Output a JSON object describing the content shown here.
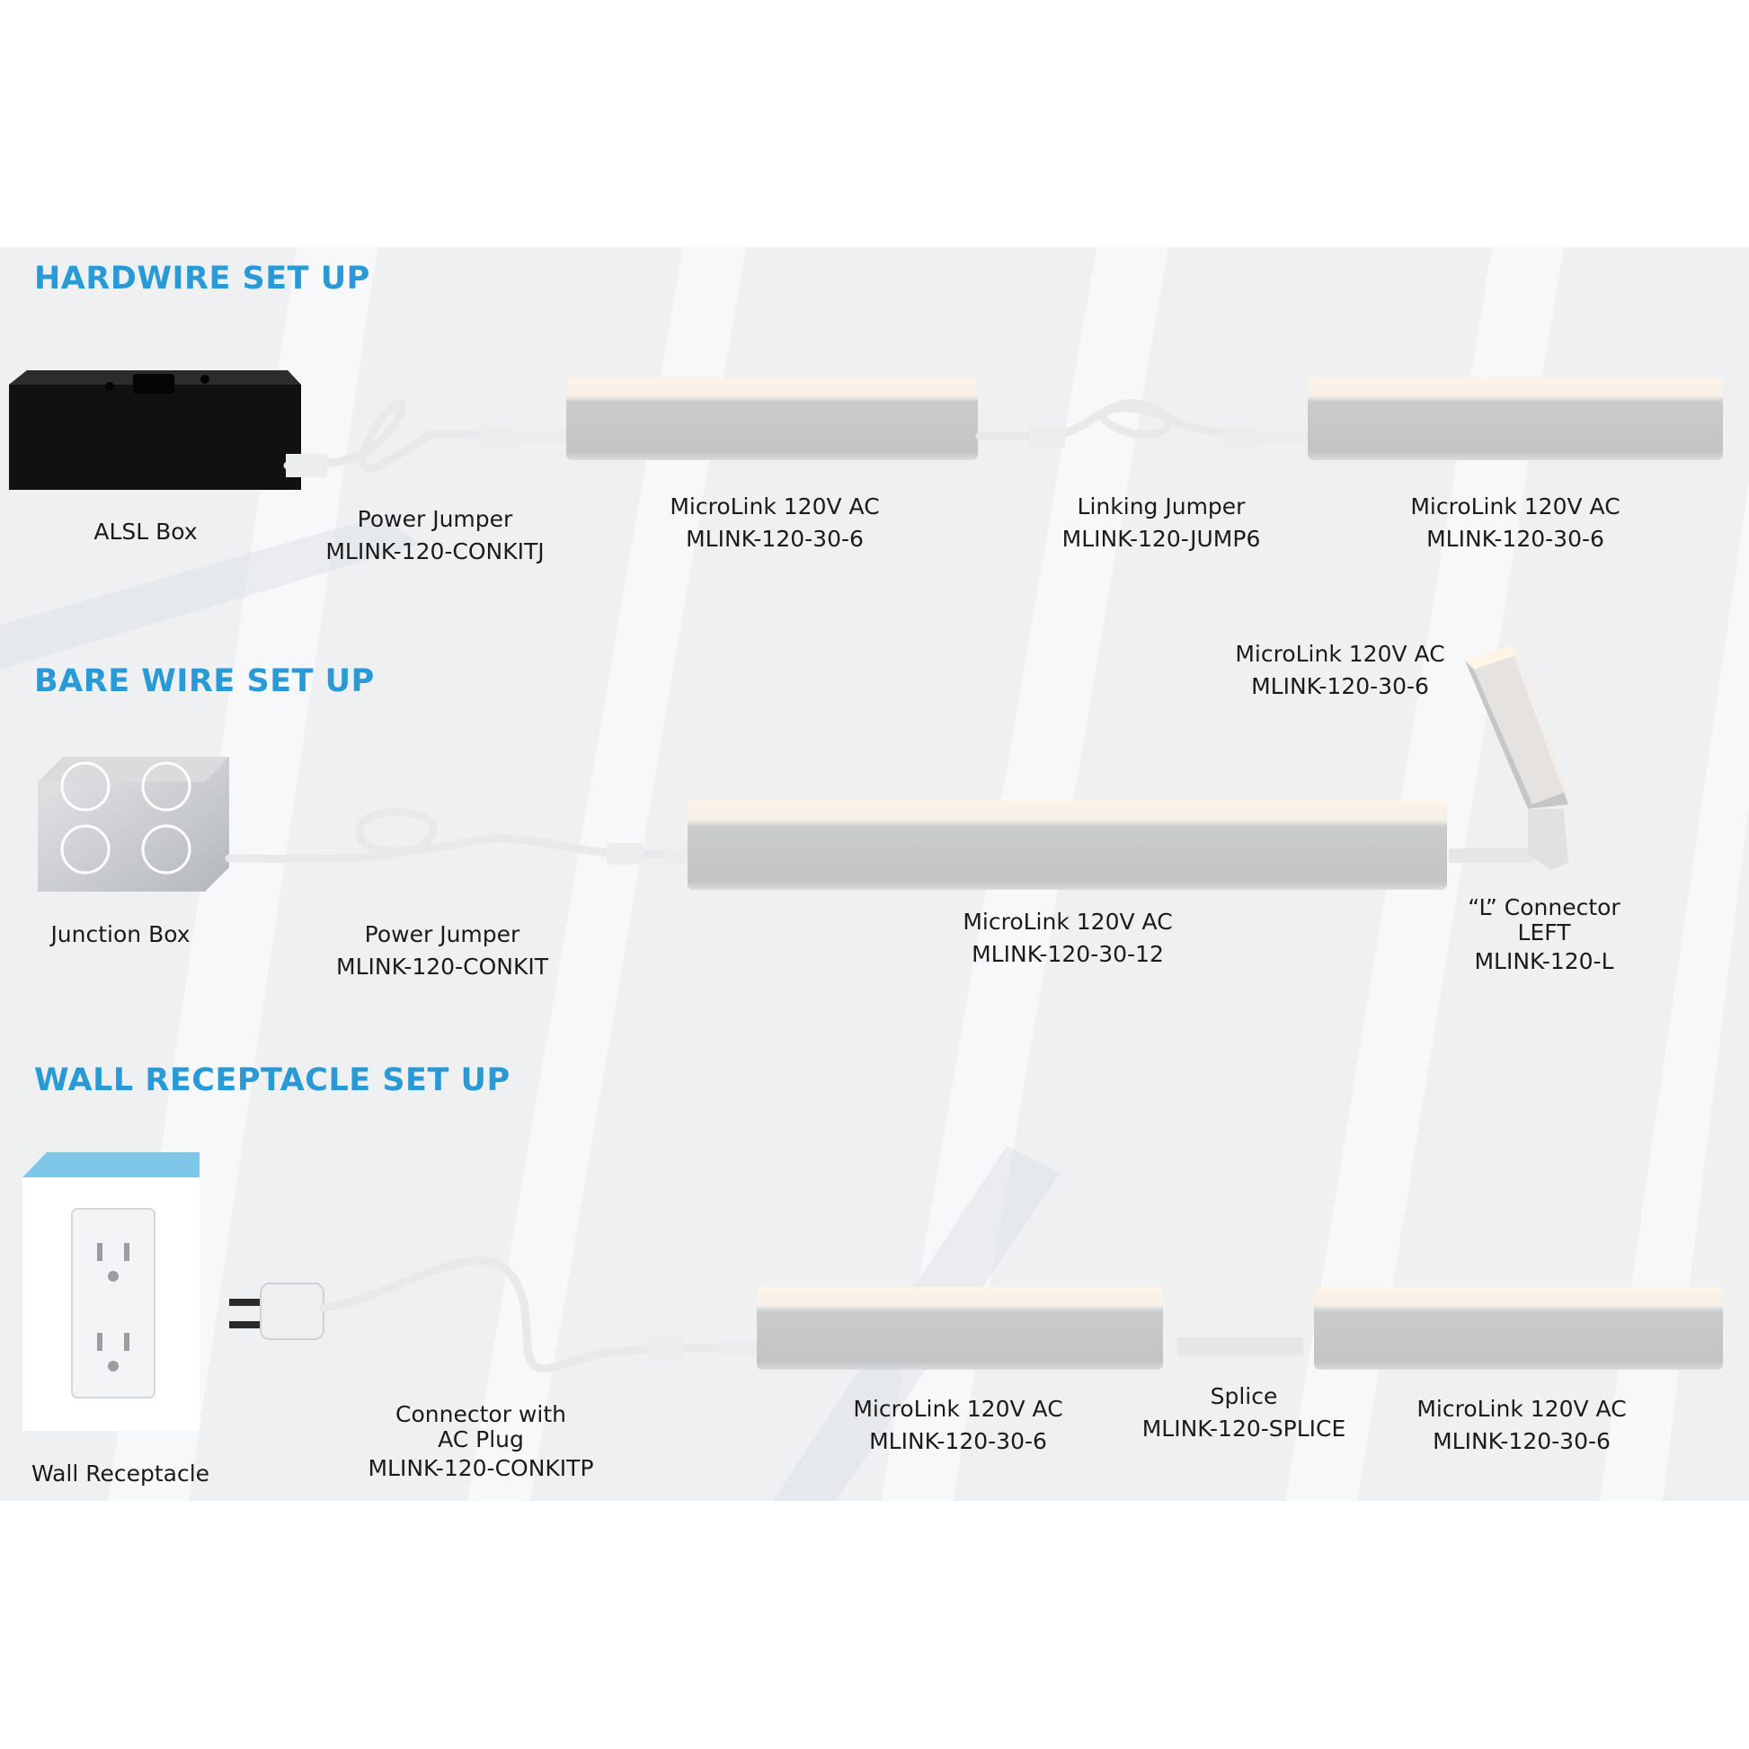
{
  "colors": {
    "heading": "#2a9ad6",
    "text": "#1b1b1b",
    "background": "#eef0f2",
    "fixture": "#c9cbcd",
    "glow": "#fff4e6"
  },
  "sections": {
    "hardwire": {
      "title": "HARDWIRE SET UP",
      "alsl_box": "ALSL Box",
      "power_jumper": {
        "name": "Power Jumper",
        "model": "MLINK-120-CONKITJ"
      },
      "fixture_1": {
        "name": "MicroLink 120V AC",
        "model": "MLINK-120-30-6"
      },
      "linking_jumper": {
        "name": "Linking Jumper",
        "model": "MLINK-120-JUMP6"
      },
      "fixture_2": {
        "name": "MicroLink 120V AC",
        "model": "MLINK-120-30-6"
      }
    },
    "bare_wire": {
      "title": "BARE WIRE SET UP",
      "junction_box": "Junction Box",
      "power_jumper": {
        "name": "Power Jumper",
        "model": "MLINK-120-CONKIT"
      },
      "fixture_long": {
        "name": "MicroLink 120V AC",
        "model": "MLINK-120-30-12"
      },
      "fixture_angled": {
        "name": "MicroLink 120V AC",
        "model": "MLINK-120-30-6"
      },
      "l_connector": {
        "name_line1": "“L” Connector",
        "name_line2": "LEFT",
        "model": "MLINK-120-L"
      }
    },
    "wall_receptacle": {
      "title": "WALL RECEPTACLE SET UP",
      "receptacle": "Wall Receptacle",
      "connector": {
        "name_line1": "Connector with",
        "name_line2": "AC Plug",
        "model": "MLINK-120-CONKITP"
      },
      "fixture_1": {
        "name": "MicroLink 120V AC",
        "model": "MLINK-120-30-6"
      },
      "splice": {
        "name": "Splice",
        "model": "MLINK-120-SPLICE"
      },
      "fixture_2": {
        "name": "MicroLink 120V AC",
        "model": "MLINK-120-30-6"
      }
    }
  }
}
